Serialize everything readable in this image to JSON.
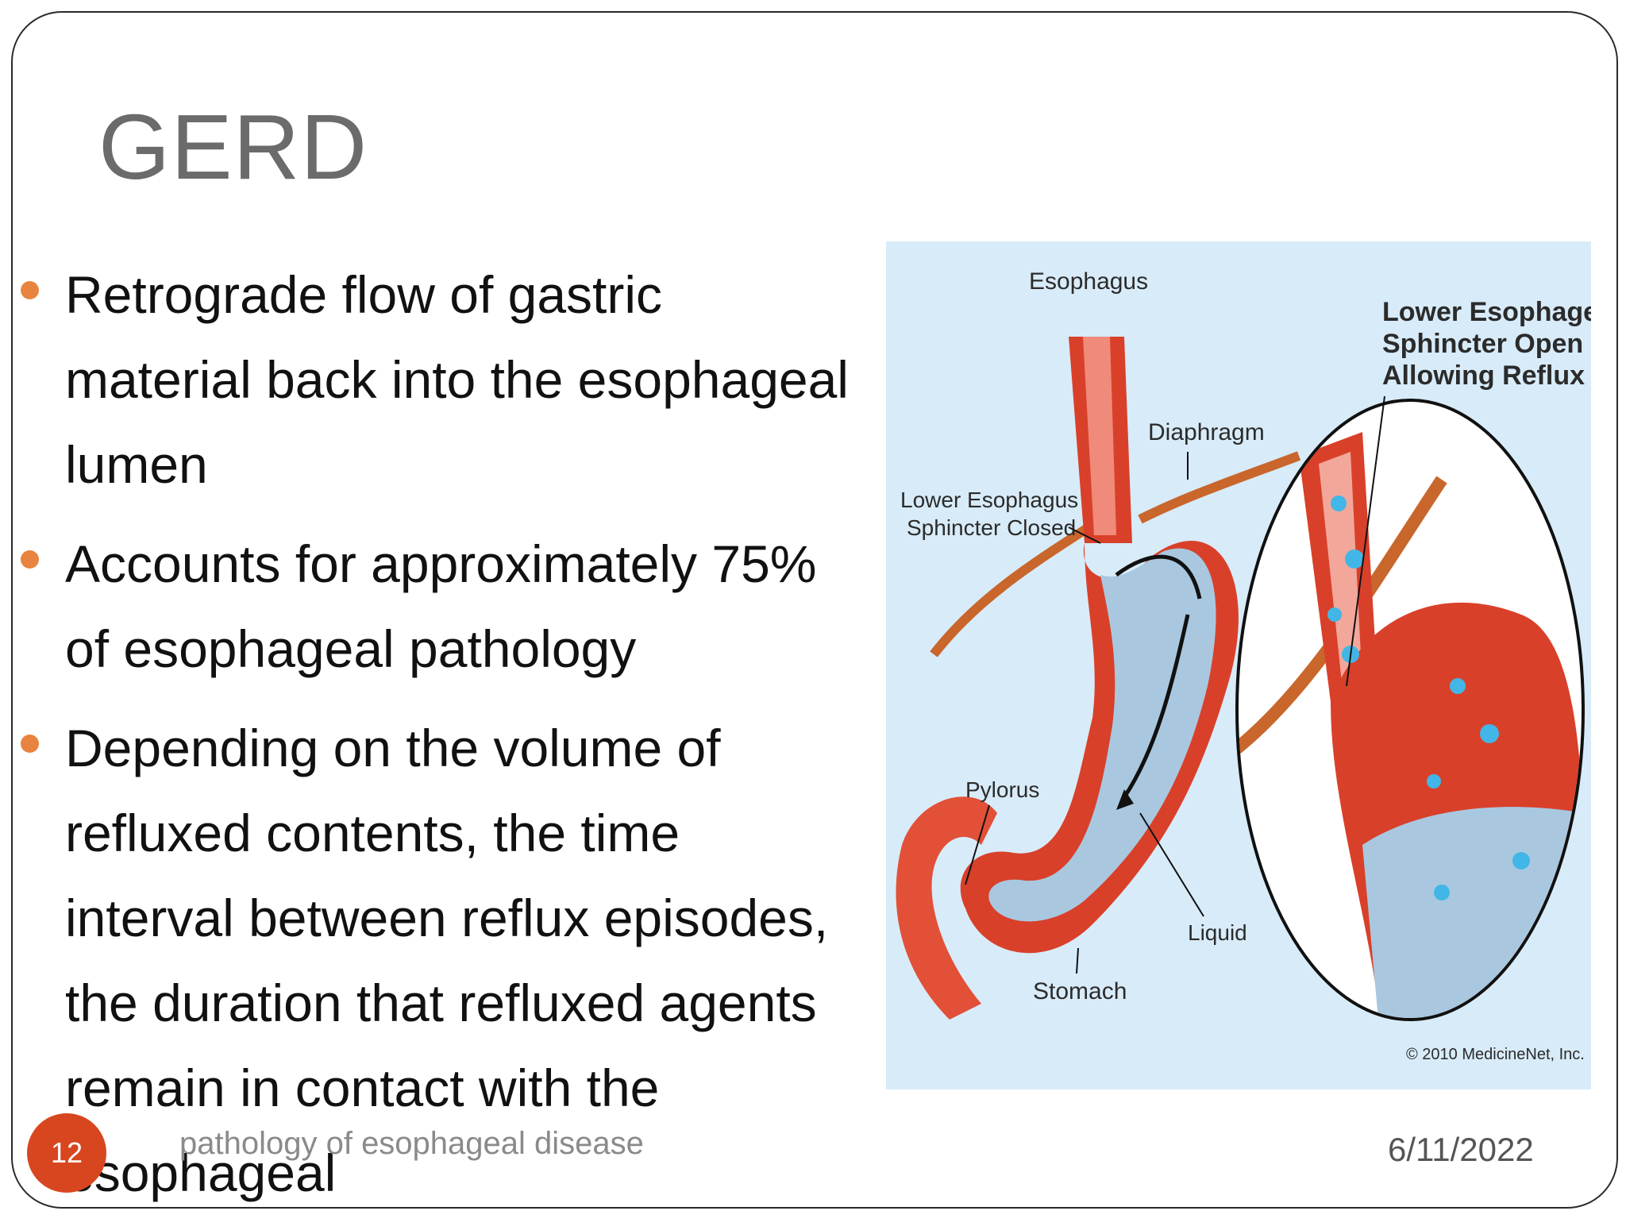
{
  "slide": {
    "title": "GERD",
    "bullets": [
      "Retrograde flow of gastric material back into the esophageal lumen",
      "Accounts for approximately 75% of esophageal pathology",
      "Depending on the volume of refluxed contents, the time interval between reflux episodes, the duration that refluxed agents remain in contact with the esophageal"
    ]
  },
  "figure": {
    "labels": {
      "esophagus": "Esophagus",
      "les_open_1": "Lower Esophageal",
      "les_open_2": "Sphincter Open",
      "les_open_3": "Allowing Reflux",
      "diaphragm": "Diaphragm",
      "les_closed_1": "Lower Esophagus",
      "les_closed_2": "Sphincter Closed",
      "pylorus": "Pylorus",
      "liquid": "Liquid",
      "stomach": "Stomach",
      "copyright": "© 2010 MedicineNet, Inc."
    }
  },
  "footer": {
    "page_number": "12",
    "text": "pathology of esophageal disease",
    "date": "6/11/2022"
  },
  "colors": {
    "accent": "#e8843f",
    "page_badge": "#d8461f",
    "title": "#6b6b6b"
  }
}
